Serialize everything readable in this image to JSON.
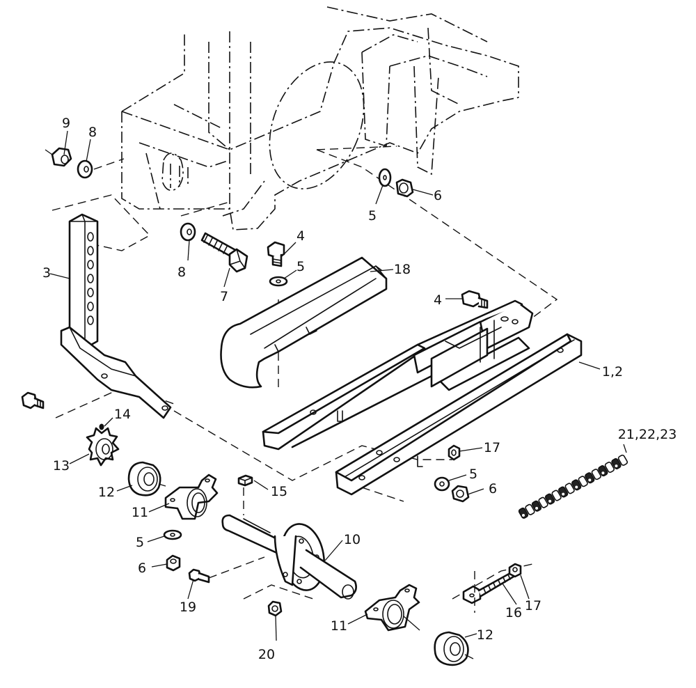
{
  "labels": {
    "p1_2": "1,2",
    "p3": "3",
    "p4a": "4",
    "p4b": "4",
    "p5a": "5",
    "p5b": "5",
    "p5c": "5",
    "p5d": "5",
    "p6a": "6",
    "p6b": "6",
    "p6c": "6",
    "p7": "7",
    "p8a": "8",
    "p8b": "8",
    "p9": "9",
    "p10": "10",
    "p11a": "11",
    "p11b": "11",
    "p12a": "12",
    "p12b": "12",
    "p13": "13",
    "p14": "14",
    "p15": "15",
    "p16": "16",
    "p17a": "17",
    "p17b": "17",
    "p18": "18",
    "p19": "19",
    "p20": "20",
    "p21_23": "21,22,23"
  },
  "colors": {
    "ink": "#111111",
    "paper": "#ffffff"
  }
}
